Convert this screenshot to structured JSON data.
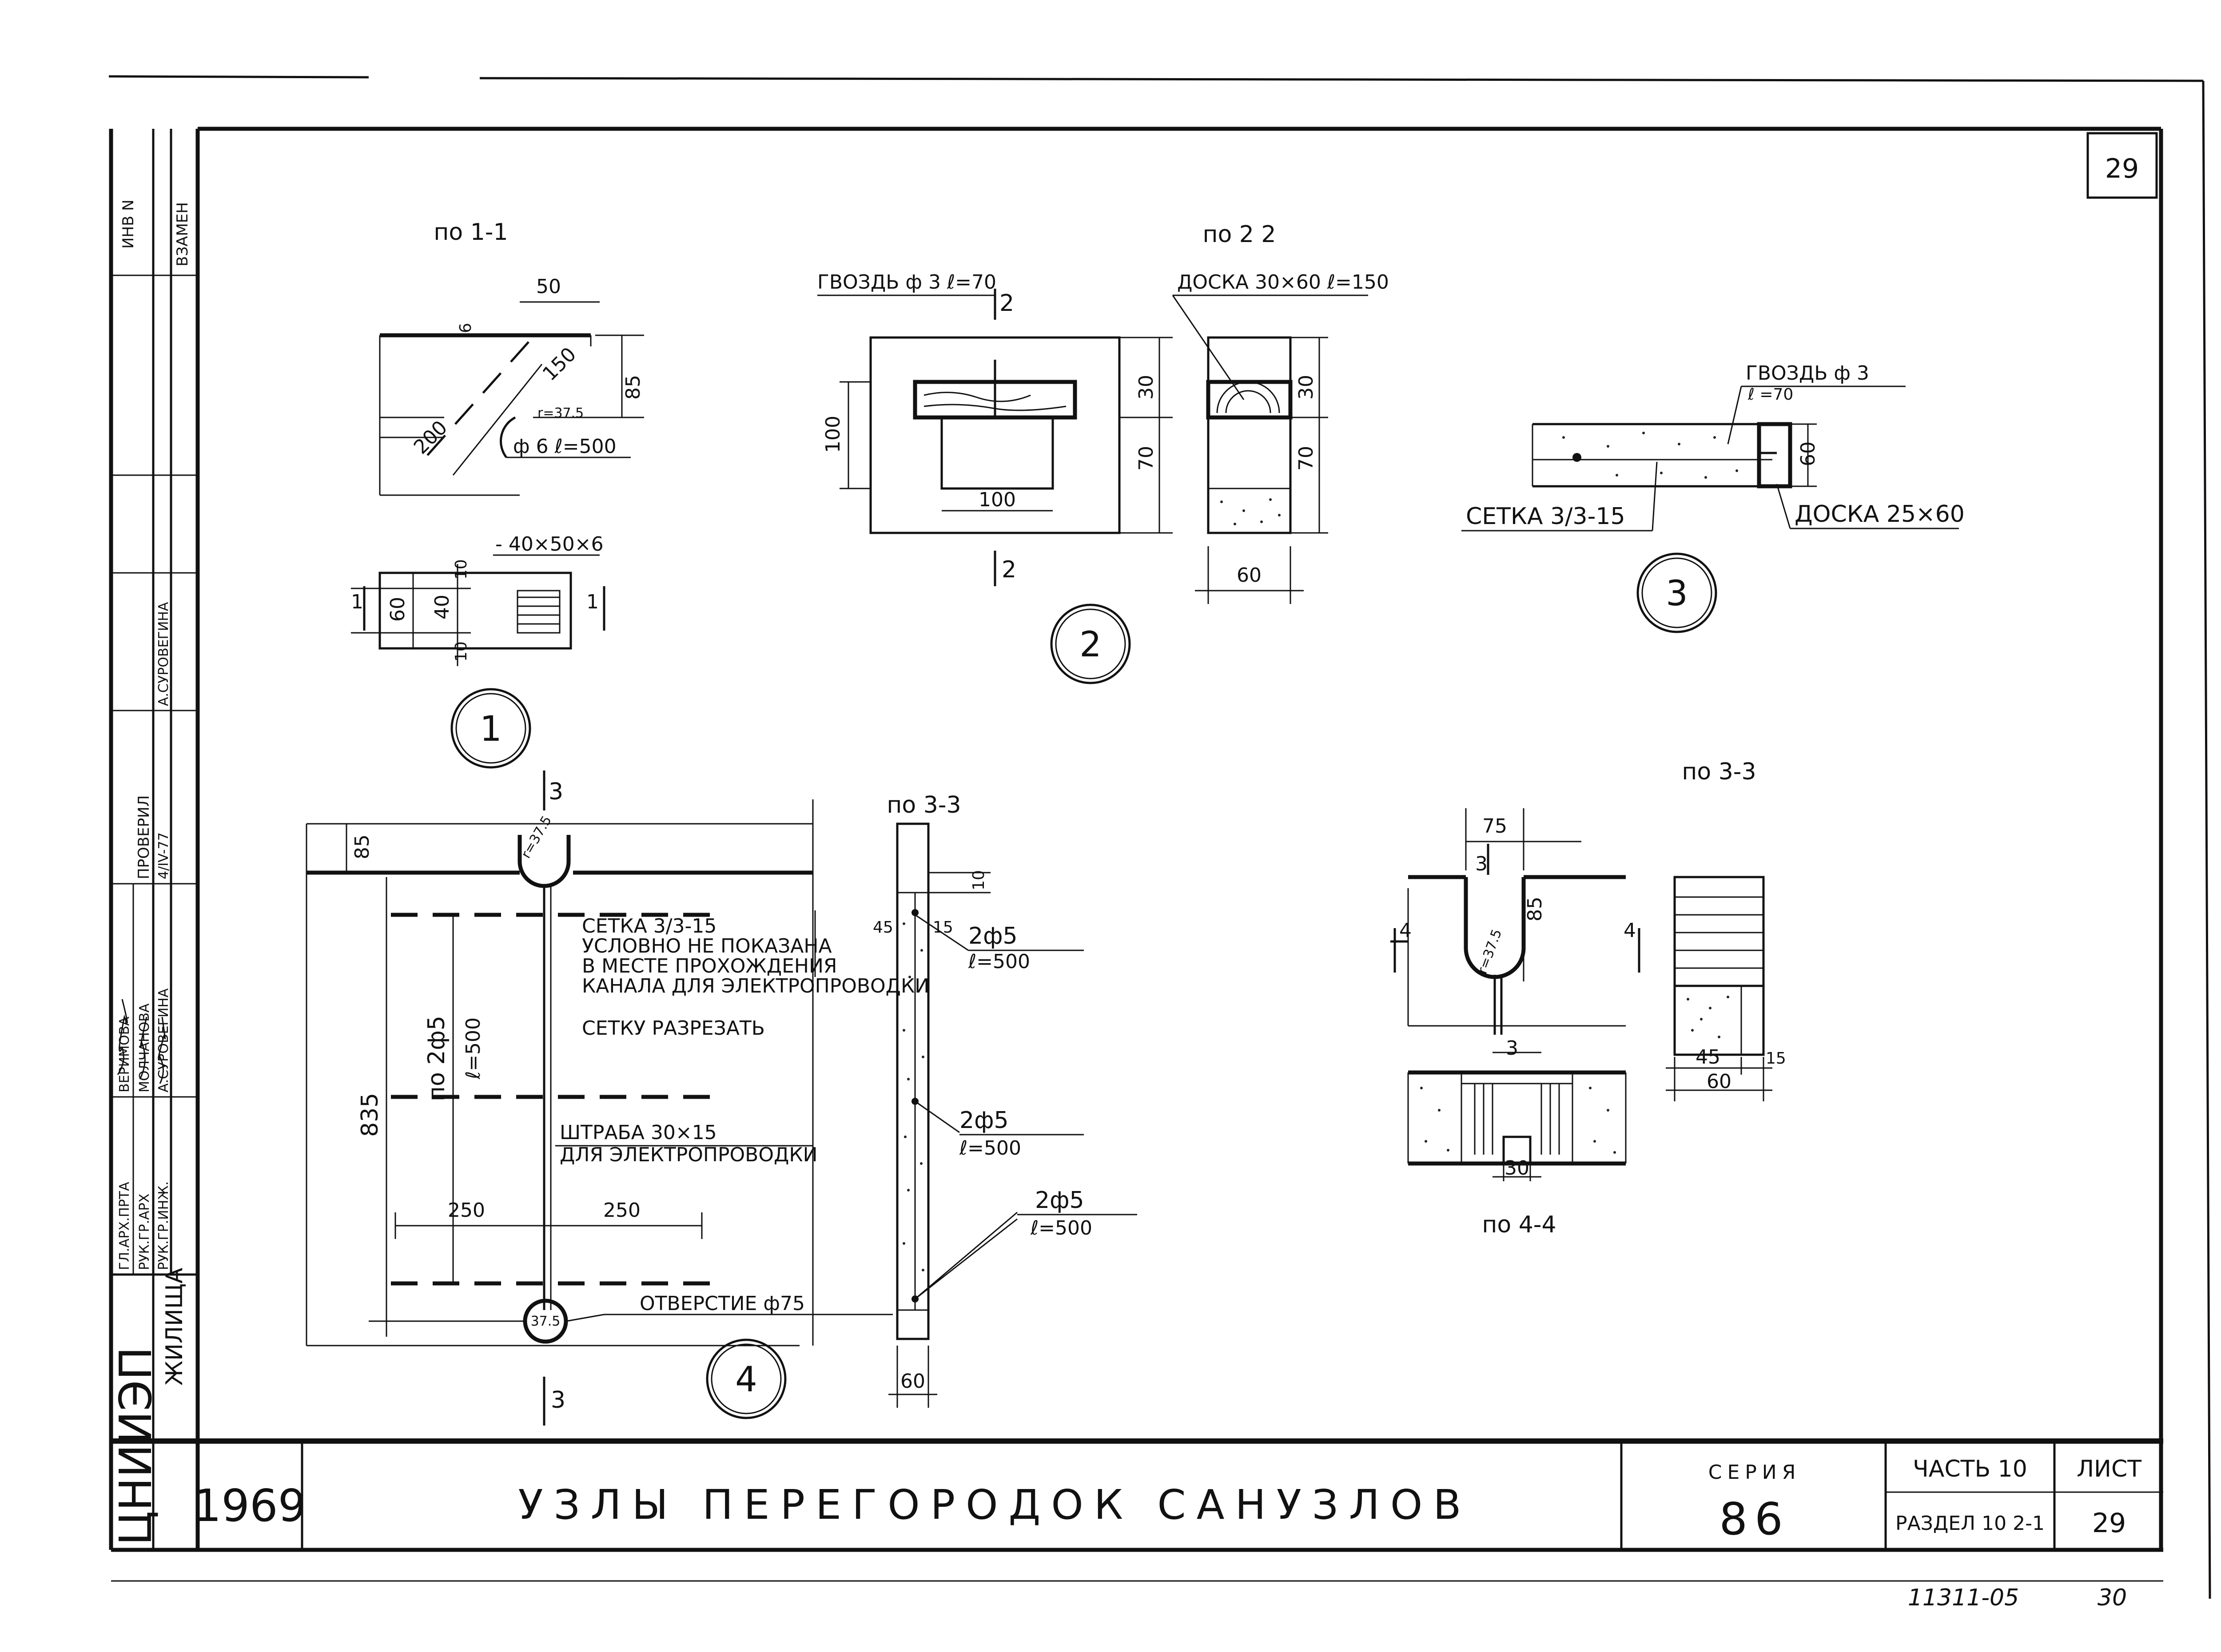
{
  "sheet": {
    "corner_sheet_number": "29",
    "year": "1969",
    "drawing_title": "УЗЛЫ ПЕРЕГОРОДОК САНУЗЛОВ",
    "series_label": "СЕРИЯ",
    "series_value": "86",
    "part": "ЧАСТЬ 10",
    "section": "РАЗДЕЛ 10 2-1",
    "sheet_label": "ЛИСТ",
    "sheet_value": "29",
    "archive_number": "11311-05",
    "archive_suffix": "30"
  },
  "sidebar": {
    "inv_no": "ИНВ N",
    "replaces": "ВЗАМЕН",
    "org_main": "ЦНИИЭП",
    "org_sub": "ЖИЛИЩА",
    "roles": [
      "ГЛ.АРХ.ПРТА",
      "РУК.ГР.АРХ",
      "РУК.ГР.ИНЖ."
    ],
    "role_checked": "ПРОВЕРИЛ",
    "names": [
      "ВЕРИМОВА",
      "МОЛЧАНОВА",
      "А.СУРОВЕГИНА",
      "А.СУРОВЕГИНА"
    ],
    "date": "4/IV-77"
  },
  "detail1": {
    "section_label": "по 1-1",
    "marker": "1",
    "dims": [
      "50",
      "6",
      "150",
      "r=37.5",
      "85",
      "200",
      "ф 6  ℓ=500"
    ],
    "plate_label": "- 40×50×6",
    "plate_dims": [
      "60",
      "40",
      "10",
      "10"
    ],
    "cut_marks": [
      "1",
      "1"
    ]
  },
  "detail2": {
    "section_label": "по 2 2",
    "marker": "2",
    "nail_label": "ГВОЗДЬ ф 3 ℓ=70",
    "board_label": "ДОСКА 30×60 ℓ=150",
    "dims": [
      "100",
      "100",
      "30",
      "70",
      "30",
      "70",
      "60"
    ],
    "cut_marks": [
      "2",
      "2"
    ]
  },
  "detail3": {
    "marker": "3",
    "nail_label": "ГВОЗДЬ ф 3",
    "nail_len": "ℓ =70",
    "mesh_label": "СЕТКА 3/3-15",
    "board_label": "ДОСКА 25×60",
    "dims": [
      "60"
    ]
  },
  "detail4": {
    "marker": "4",
    "cut_marks": [
      "3",
      "3"
    ],
    "dims": [
      "85",
      "r=37.5",
      "835",
      "250",
      "250",
      "37.5"
    ],
    "rebar_vertical": "по 2ф5",
    "rebar_vertical_len": "ℓ=500",
    "note_lines": [
      "СЕТКА 3/3-15",
      "УСЛОВНО НЕ ПОКАЗАНА",
      "В МЕСТЕ ПРОХОЖДЕНИЯ",
      "КАНАЛА ДЛЯ ЭЛЕКТРОПРОВОДКИ"
    ],
    "note_cut": "СЕТКУ РАЗРЕЗАТЬ",
    "groove_line1": "ШТРАБА 30×15",
    "groove_line2": "ДЛЯ ЭЛЕКТРОПРОВОДКИ",
    "hole_label": "ОТВЕРСТИЕ ф75"
  },
  "section33": {
    "label": "по 3-3",
    "dims": [
      "10",
      "45",
      "15",
      "60"
    ],
    "rebars": [
      {
        "name": "2ф5",
        "len": "ℓ=500"
      },
      {
        "name": "2ф5",
        "len": "ℓ=500"
      },
      {
        "name": "2ф5",
        "len": "ℓ=500"
      }
    ]
  },
  "section_3_3_right": {
    "label": "по 3-3",
    "dims": [
      "75",
      "3",
      "r=37.5",
      "85",
      "4",
      "4",
      "3",
      "45",
      "15",
      "60",
      "30"
    ]
  },
  "section44": {
    "label": "по 4-4"
  }
}
